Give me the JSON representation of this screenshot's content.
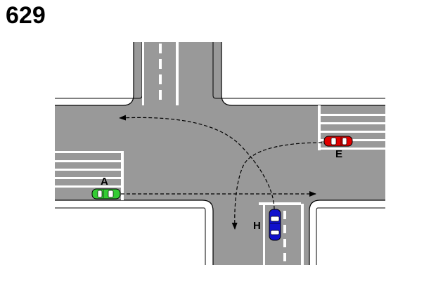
{
  "problem": {
    "number": "629"
  },
  "colors": {
    "road": "#999999",
    "markings": "#ffffff",
    "curb": "#000000",
    "background": "#ffffff",
    "path": "#000000"
  },
  "vehicles": [
    {
      "id": "A",
      "label": "A",
      "color": "#33cc33",
      "direction": "east",
      "maneuver": "straight"
    },
    {
      "id": "E",
      "label": "E",
      "color": "#e00000",
      "direction": "west",
      "maneuver": "left-turn"
    },
    {
      "id": "H",
      "label": "H",
      "color": "#1010cc",
      "direction": "north",
      "maneuver": "left-turn"
    }
  ]
}
